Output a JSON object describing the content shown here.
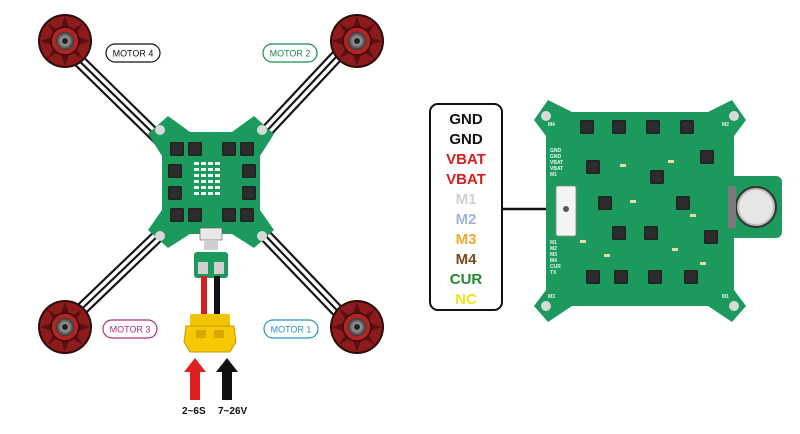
{
  "motors": {
    "m4": {
      "label": "MOTOR 4",
      "color": "#111111"
    },
    "m2": {
      "label": "MOTOR 2",
      "color": "#1a8a4a"
    },
    "m3": {
      "label": "MOTOR 3",
      "color": "#b0307a"
    },
    "m1": {
      "label": "MOTOR 1",
      "color": "#2a93c9"
    }
  },
  "power": {
    "positive_label": "2~6S",
    "negative_label": "7~26V",
    "positive_color": "#e02020",
    "negative_color": "#111111"
  },
  "pinout": [
    {
      "label": "GND",
      "color": "#111111"
    },
    {
      "label": "GND",
      "color": "#111111"
    },
    {
      "label": "VBAT",
      "color": "#d42020"
    },
    {
      "label": "VBAT",
      "color": "#d42020"
    },
    {
      "label": "M1",
      "color": "#cfcfcf"
    },
    {
      "label": "M2",
      "color": "#9fb3d9"
    },
    {
      "label": "M3",
      "color": "#f0a830"
    },
    {
      "label": "M4",
      "color": "#7a4a1e"
    },
    {
      "label": "CUR",
      "color": "#1e8a2e"
    },
    {
      "label": "NC",
      "color": "#f3e21a"
    }
  ],
  "board_silk": {
    "left_pins": [
      "GND",
      "GND",
      "VBAT",
      "VBAT",
      "M1"
    ],
    "right_pins": [
      "M1",
      "M2",
      "M3",
      "M4",
      "CUR",
      "TX"
    ],
    "corners": [
      "M4",
      "M2",
      "M3",
      "M1"
    ]
  },
  "colors": {
    "pcb_green": "#1c9a5e",
    "pcb_dark": "#12774a",
    "motor_red": "#9a1f1f"
  }
}
